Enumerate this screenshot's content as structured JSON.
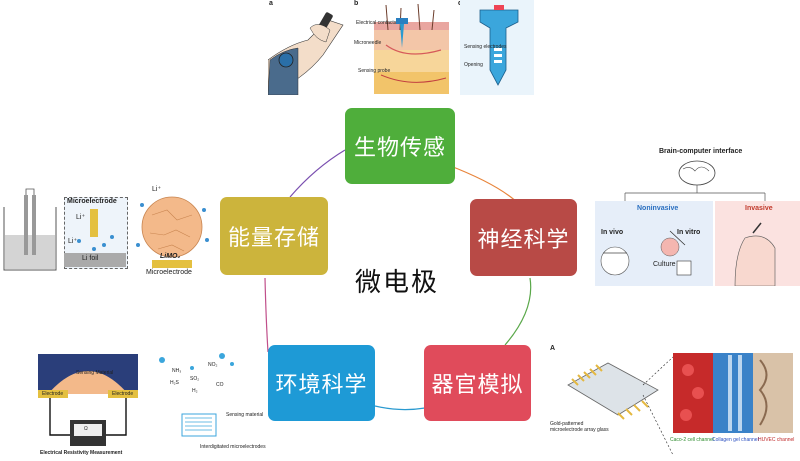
{
  "center_label": "微电极",
  "nodes": {
    "biosensing": {
      "label": "生物传感",
      "color": "#4fae3b"
    },
    "neuroscience": {
      "label": "神经科学",
      "color": "#b84a46"
    },
    "organoid": {
      "label": "器官模拟",
      "color": "#e04b5b"
    },
    "environmental": {
      "label": "环境科学",
      "color": "#1e9ad6"
    },
    "energy": {
      "label": "能量存储",
      "color": "#ccb43c"
    }
  },
  "top_panel": {
    "letters": [
      "a",
      "b",
      "c"
    ],
    "labels": [
      "Electrical contacts",
      "Microneedle",
      "Sensing probe",
      "Sensing electrodes",
      "Opening"
    ]
  },
  "right_panel": {
    "title": "Brain-computer interface",
    "noninvasive": "Noninvasive",
    "invasive": "Invasive",
    "in_vivo": "In vivo",
    "in_vitro": "In vitro",
    "culture": "Culture"
  },
  "left_panel": {
    "microelectrode_title": "Microelectrode",
    "li_plus": "Li⁺",
    "li_foil": "Li foil",
    "li_plus_2": "Li⁺",
    "li_plus_3": "Li⁺",
    "limo2": "LiMO₂",
    "microelectrode_caption": "Microelectrode"
  },
  "bottom_left_panel": {
    "sensing_material": "Sensing Material",
    "electrode_left": "Electrode",
    "electrode_right": "Electrode",
    "meter_label": "Ω",
    "caption": "Electrical Resistivity Measurement",
    "sensing_material_2": "Sensing material",
    "interdigitated": "Interdigitated microelectrodes",
    "molecules": [
      "NH₃",
      "NO₂",
      "H₂S",
      "SO₂",
      "CO",
      "H₂"
    ]
  },
  "bottom_right_panel": {
    "letter": "A",
    "caption": "Gold-patterned microelectrode array glass",
    "caco": "Caco-2 cell channel",
    "collagen": "Collagen gel channel",
    "huvec": "HUVEC channel"
  }
}
